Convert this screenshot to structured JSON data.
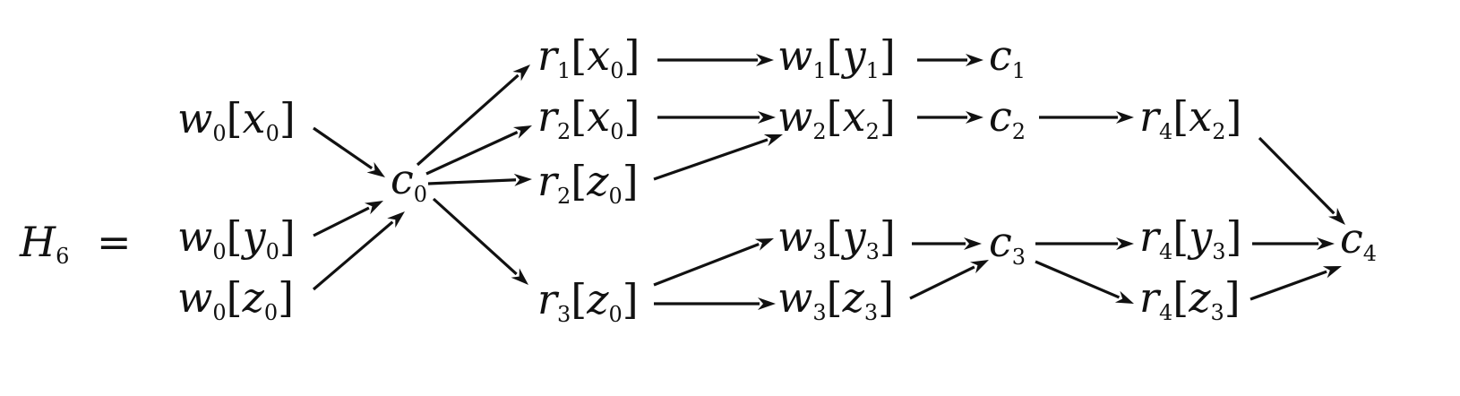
{
  "history": {
    "name": "H",
    "index": "6",
    "equals": "="
  },
  "nodes": [
    {
      "id": "w0x0",
      "op": "w",
      "opIndex": "0",
      "item": "x",
      "itemIndex": "0"
    },
    {
      "id": "w0y0",
      "op": "w",
      "opIndex": "0",
      "item": "y",
      "itemIndex": "0"
    },
    {
      "id": "w0z0",
      "op": "w",
      "opIndex": "0",
      "item": "z",
      "itemIndex": "0"
    },
    {
      "id": "c0",
      "op": "c",
      "opIndex": "0"
    },
    {
      "id": "r1x0",
      "op": "r",
      "opIndex": "1",
      "item": "x",
      "itemIndex": "0"
    },
    {
      "id": "r2x0",
      "op": "r",
      "opIndex": "2",
      "item": "x",
      "itemIndex": "0"
    },
    {
      "id": "r2z0",
      "op": "r",
      "opIndex": "2",
      "item": "z",
      "itemIndex": "0"
    },
    {
      "id": "r3z0",
      "op": "r",
      "opIndex": "3",
      "item": "z",
      "itemIndex": "0"
    },
    {
      "id": "w1y1",
      "op": "w",
      "opIndex": "1",
      "item": "y",
      "itemIndex": "1"
    },
    {
      "id": "w2x2",
      "op": "w",
      "opIndex": "2",
      "item": "x",
      "itemIndex": "2"
    },
    {
      "id": "w3y3",
      "op": "w",
      "opIndex": "3",
      "item": "y",
      "itemIndex": "3"
    },
    {
      "id": "w3z3",
      "op": "w",
      "opIndex": "3",
      "item": "z",
      "itemIndex": "3"
    },
    {
      "id": "c1",
      "op": "c",
      "opIndex": "1"
    },
    {
      "id": "c2",
      "op": "c",
      "opIndex": "2"
    },
    {
      "id": "c3",
      "op": "c",
      "opIndex": "3"
    },
    {
      "id": "r4x2",
      "op": "r",
      "opIndex": "4",
      "item": "x",
      "itemIndex": "2"
    },
    {
      "id": "r4y3",
      "op": "r",
      "opIndex": "4",
      "item": "y",
      "itemIndex": "3"
    },
    {
      "id": "r4z3",
      "op": "r",
      "opIndex": "4",
      "item": "z",
      "itemIndex": "3"
    },
    {
      "id": "c4",
      "op": "c",
      "opIndex": "4"
    }
  ],
  "edges": [
    {
      "from": "w0x0",
      "to": "c0"
    },
    {
      "from": "w0y0",
      "to": "c0"
    },
    {
      "from": "w0z0",
      "to": "c0"
    },
    {
      "from": "c0",
      "to": "r1x0"
    },
    {
      "from": "c0",
      "to": "r2x0"
    },
    {
      "from": "c0",
      "to": "r2z0"
    },
    {
      "from": "c0",
      "to": "r3z0"
    },
    {
      "from": "r1x0",
      "to": "w1y1"
    },
    {
      "from": "w1y1",
      "to": "c1"
    },
    {
      "from": "r2x0",
      "to": "w2x2"
    },
    {
      "from": "r2z0",
      "to": "w2x2"
    },
    {
      "from": "w2x2",
      "to": "c2"
    },
    {
      "from": "c2",
      "to": "r4x2"
    },
    {
      "from": "r4x2",
      "to": "c4"
    },
    {
      "from": "r3z0",
      "to": "w3y3"
    },
    {
      "from": "r3z0",
      "to": "w3z3"
    },
    {
      "from": "w3y3",
      "to": "c3"
    },
    {
      "from": "w3z3",
      "to": "c3"
    },
    {
      "from": "c3",
      "to": "r4y3"
    },
    {
      "from": "c3",
      "to": "r4z3"
    },
    {
      "from": "r4y3",
      "to": "c4"
    },
    {
      "from": "r4z3",
      "to": "c4"
    }
  ]
}
